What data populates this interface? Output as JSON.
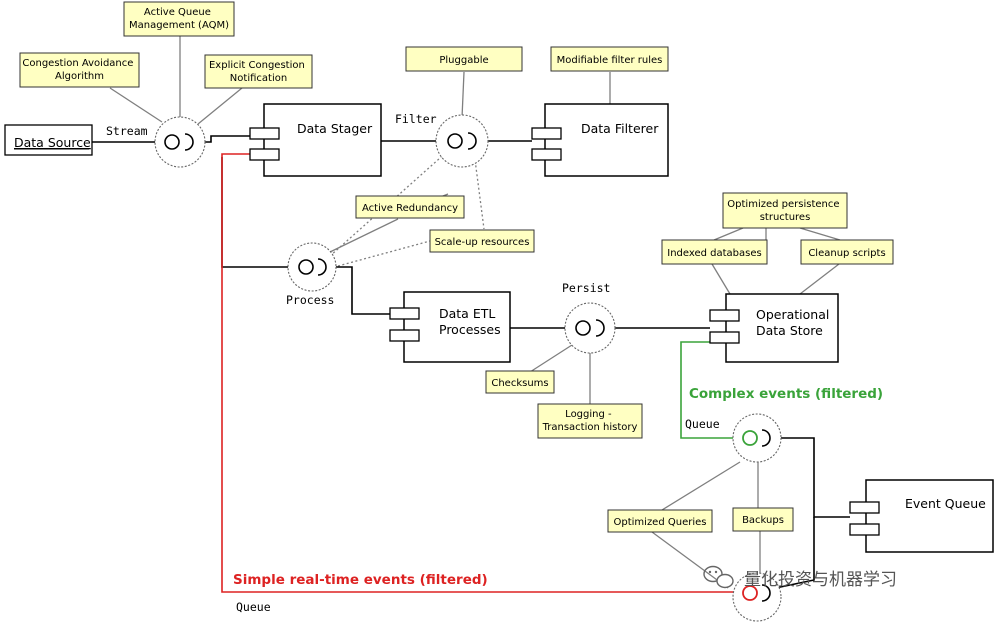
{
  "colors": {
    "note_fill": "#ffffc2",
    "complex_events": "#3aa33a",
    "simple_events": "#dd2222",
    "background": "#ffffff"
  },
  "source": {
    "label": "Data Source"
  },
  "components": {
    "data_stager": "Data Stager",
    "data_filterer": "Data Filterer",
    "data_etl": [
      "Data ETL",
      "Processes"
    ],
    "operational_store": [
      "Operational",
      "Data Store"
    ],
    "event_queue": "Event Queue"
  },
  "ports": {
    "stream": "Stream",
    "filter": "Filter",
    "process": "Process",
    "persist": "Persist",
    "queue_top": "Queue",
    "queue_bottom": "Queue"
  },
  "notes": {
    "congestion_avoidance": [
      "Congestion Avoidance",
      "Algorithm"
    ],
    "aqm": [
      "Active Queue",
      "Management (AQM)"
    ],
    "ecn": [
      "Explicit Congestion",
      "Notification"
    ],
    "pluggable": [
      "Pluggable"
    ],
    "modifiable_filter_rules": [
      "Modifiable filter rules"
    ],
    "active_redundancy": [
      "Active Redundancy"
    ],
    "scale_up": [
      "Scale-up resources"
    ],
    "optimized_persistence": [
      "Optimized persistence",
      "structures"
    ],
    "indexed_databases": [
      "Indexed databases"
    ],
    "cleanup_scripts": [
      "Cleanup scripts"
    ],
    "checksums": [
      "Checksums"
    ],
    "logging": [
      "Logging -",
      "Transaction history"
    ],
    "optimized_queries": [
      "Optimized Queries"
    ],
    "backups": [
      "Backups"
    ]
  },
  "flows": {
    "complex": "Complex events (filtered)",
    "simple": "Simple real-time events (filtered)"
  },
  "watermark": {
    "text": "量化投资与机器学习",
    "icon": "wechat-icon"
  }
}
